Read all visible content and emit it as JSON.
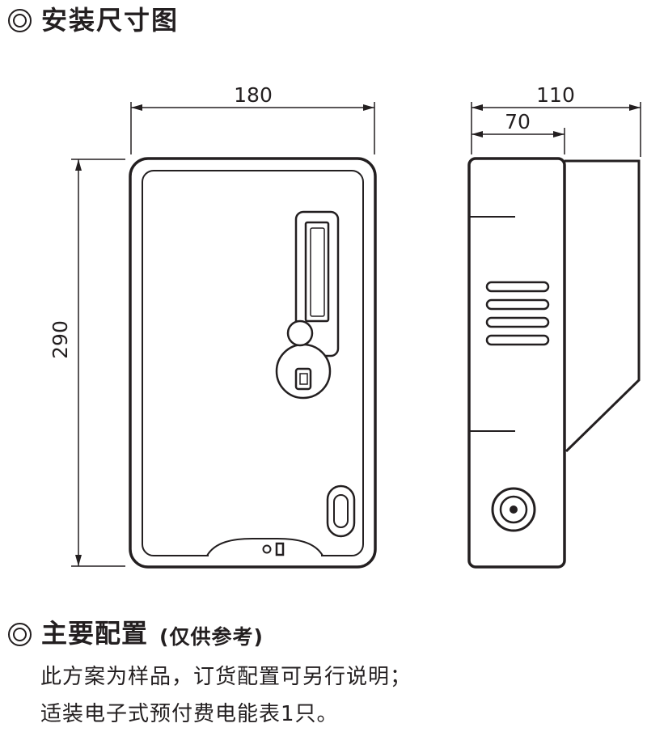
{
  "sections": {
    "install": {
      "title": "安装尺寸图"
    },
    "config": {
      "title": "主要配置",
      "title_suffix": "(仅供参考)",
      "line1": "此方案为样品，订货配置可另行说明；",
      "line2": "适装电子式预付费电能表1只。"
    }
  },
  "dimensions": {
    "front_width": "180",
    "front_height": "290",
    "side_total_depth": "110",
    "side_front_depth": "70"
  },
  "icons": {
    "bullseye": "◎"
  },
  "colors": {
    "line": "#231f20",
    "background": "#ffffff"
  }
}
